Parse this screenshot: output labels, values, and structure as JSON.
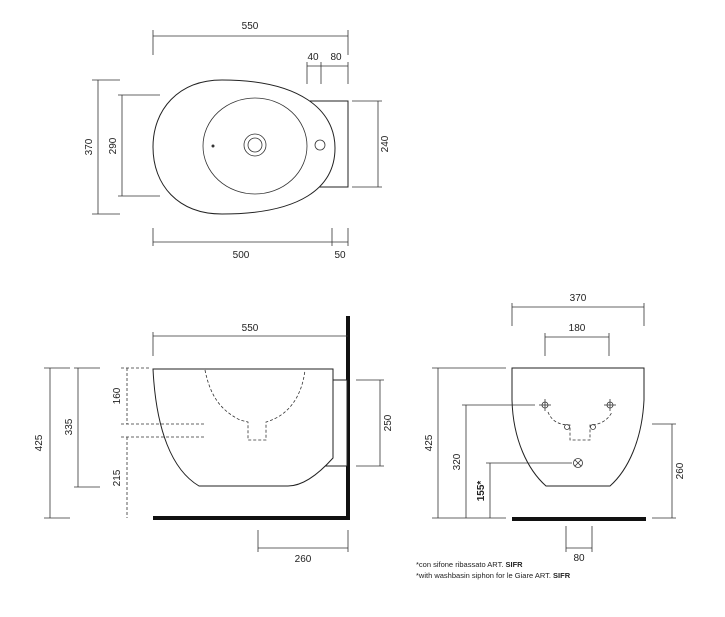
{
  "top_view": {
    "dims": {
      "overall_width": "550",
      "gap_40": "40",
      "gap_80": "80",
      "overall_depth": "370",
      "inner_depth": "290",
      "wall_depth": "240",
      "basin_width": "500",
      "wall_offset": "50"
    }
  },
  "side_view": {
    "dims": {
      "overall_width": "550",
      "total_height": "425",
      "height_335": "335",
      "height_160": "160",
      "height_215": "215",
      "bracket_250": "250",
      "offset_260": "260"
    }
  },
  "front_view": {
    "dims": {
      "overall_width": "370",
      "inner_width": "180",
      "total_height": "425",
      "height_320": "320",
      "height_155": "155*",
      "height_260": "260",
      "drain_80": "80"
    }
  },
  "notes": {
    "line1_prefix": "*con sifone ribassato ART.",
    "line1_code": "SIFR",
    "line2_prefix": "*with washbasin siphon for le Giare ART.",
    "line2_code": "SIFR"
  }
}
